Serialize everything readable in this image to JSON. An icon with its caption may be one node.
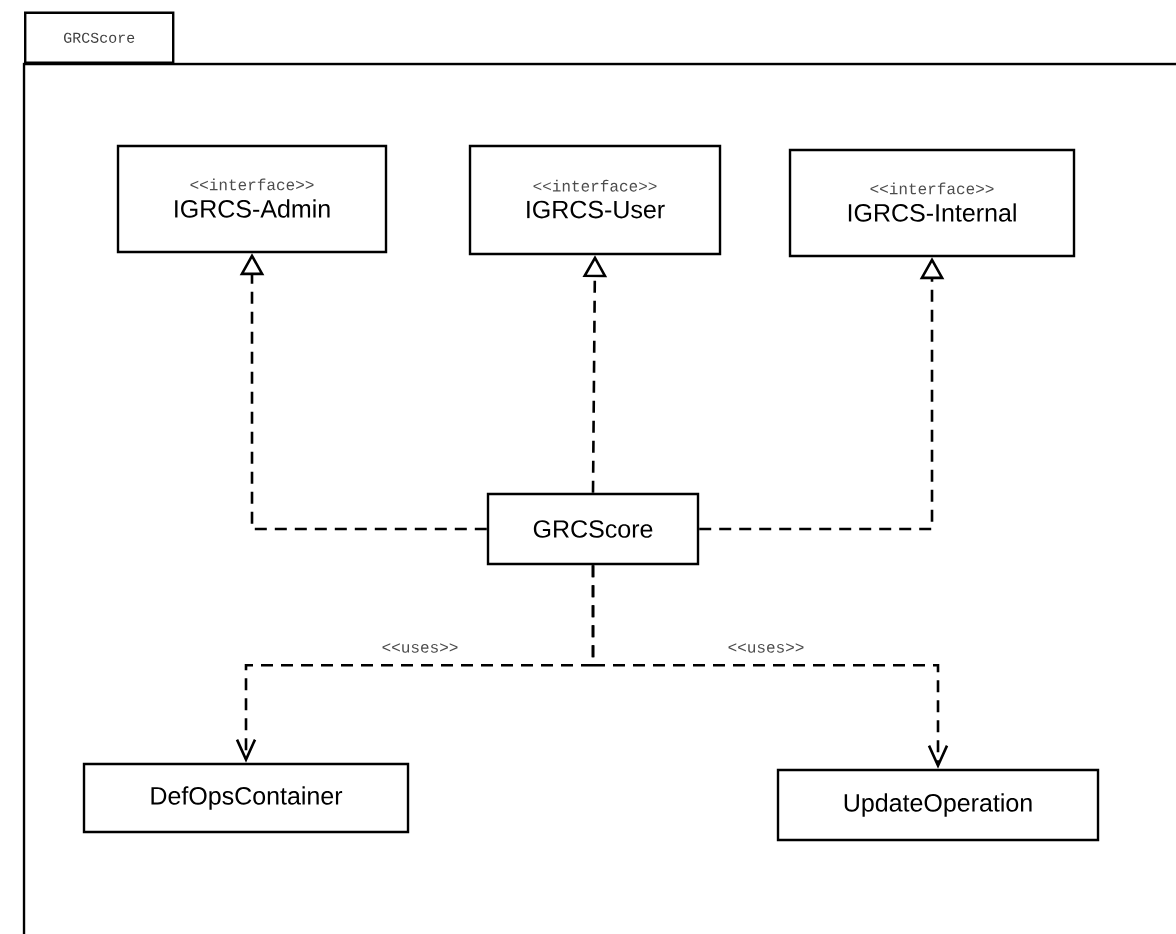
{
  "diagram": {
    "nodes": [
      {
        "text": [
          "GRCScore"
        ]
      },
      {
        "text": [
          "<<interface>>",
          "IGRCS-Admin"
        ],
        "in": 0
      },
      {
        "text": [
          "<<interface>>",
          "IGRCS-User"
        ],
        "in": 0
      },
      {
        "text": [
          "<<interface>>",
          "IGRCS-Internal"
        ],
        "in": 0
      },
      {
        "text": [
          "GRCScore"
        ],
        "in": 0
      },
      {
        "text": [
          "DefOpsContainer"
        ],
        "in": 0
      },
      {
        "text": [
          "UpdateOperation"
        ],
        "in": 0
      }
    ],
    "edges": [
      {
        "from": 4,
        "to": 1,
        "arrow": "to",
        "style": "dashed"
      },
      {
        "from": 4,
        "to": 2,
        "arrow": "to",
        "style": "dashed"
      },
      {
        "from": 4,
        "to": 3,
        "arrow": "to",
        "style": "dashed"
      },
      {
        "from": 4,
        "to": 5,
        "arrow": "to",
        "style": "dashed",
        "label": "<<uses>>"
      },
      {
        "from": 4,
        "to": 6,
        "arrow": "to",
        "style": "dashed",
        "label": "<<uses>>"
      }
    ]
  }
}
